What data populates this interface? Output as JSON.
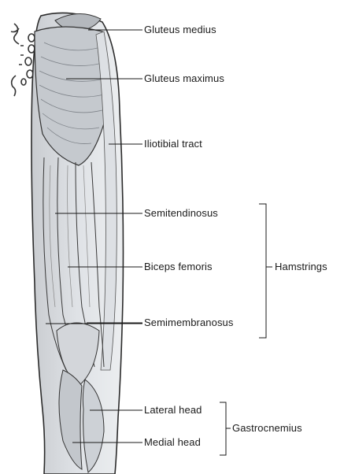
{
  "diagram": {
    "labels": {
      "gluteus_medius": "Gluteus medius",
      "gluteus_maximus": "Gluteus maximus",
      "iliotibial_tract": "Iliotibial tract",
      "semitendinosus": "Semitendinosus",
      "biceps_femoris": "Biceps femoris",
      "semimembranosus": "Semimembranosus",
      "lateral_head": "Lateral head",
      "medial_head": "Medial head"
    },
    "groups": {
      "hamstrings": "Hamstrings",
      "gastrocnemius": "Gastrocnemius"
    }
  }
}
